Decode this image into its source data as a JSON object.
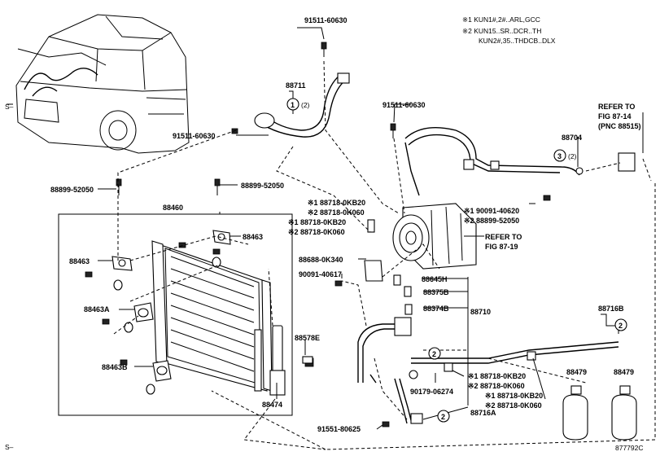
{
  "notes": [
    "※1 KUN1#,2#..ARL,GCC",
    "※2 KUN15..SR..DCR..TH",
    "KUN2#,35..THDCB..DLX"
  ],
  "callouts": {
    "c1": {
      "num": "1",
      "qty": "(2)"
    },
    "c2": {
      "num": "2"
    },
    "c3": {
      "num": "3",
      "qty": "(2)"
    }
  },
  "parts": {
    "p91511_top": "91511-60630",
    "p91511_left": "91511-60630",
    "p91511_mid": "91511-60630",
    "p88711": "88711",
    "refer1": "REFER TO",
    "fig8714": "FIG 87-14",
    "pnc": "(PNC 88515)",
    "p88704": "88704",
    "p88899_left": "88899-52050",
    "p88899_right": "88899-52050",
    "p88899_mid": "※2 88899-52050",
    "p88460": "88460",
    "m1_0kb20": "※1 88718-0KB20",
    "m2_0k060": "※2 88718-0K060",
    "p90091_40620": "※1 90091-40620",
    "p88463": "88463",
    "refer2": "REFER TO",
    "fig8719": "FIG 87-19",
    "p88688": "88688-0K340",
    "p90091_40617": "90091-40617",
    "p88645H": "88645H",
    "p88375B": "88375B",
    "p88374B": "88374B",
    "p88710": "88710",
    "p88463A": "88463A",
    "p88716B": "88716B",
    "p88578E": "88578E",
    "p88463B": "88463B",
    "p88479": "88479",
    "p90179": "90179-06274",
    "p88474": "88474",
    "p88716A": "88716A",
    "p91551": "91551-80625"
  },
  "footer": {
    "corner": "S–",
    "diagram_no": "877792C"
  }
}
